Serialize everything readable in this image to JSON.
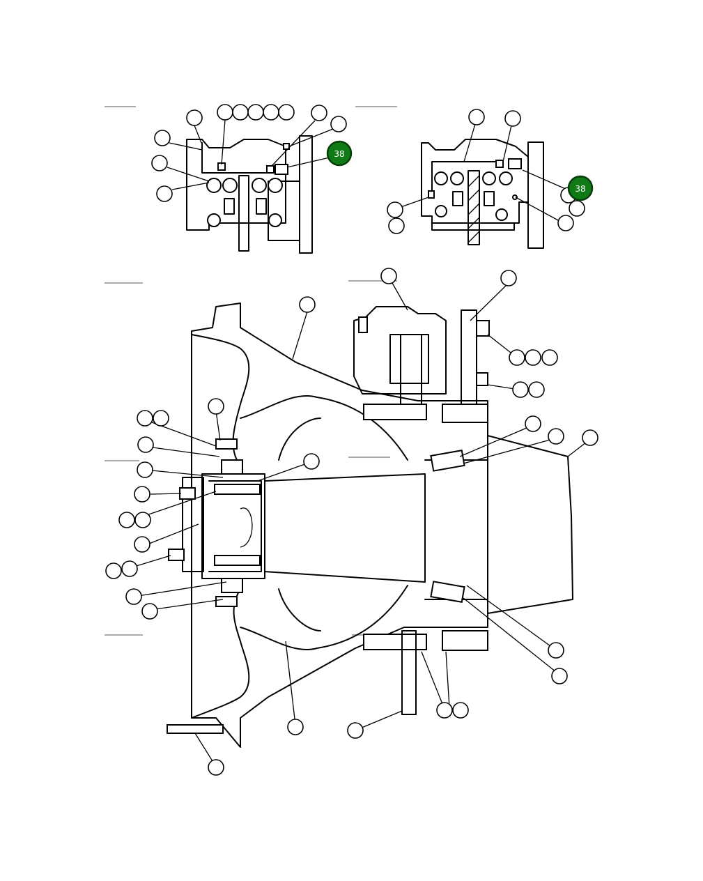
{
  "diagram": {
    "active_callout_label": "38",
    "active_color": "#0f7a16",
    "callout_labels": {
      "inset_left_38": "38",
      "inset_right_38": "38"
    }
  }
}
